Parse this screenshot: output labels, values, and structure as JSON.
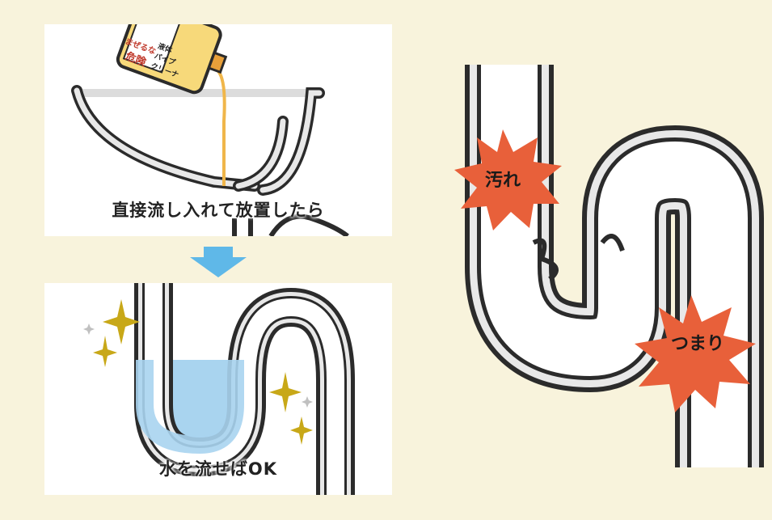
{
  "panels": {
    "top": {
      "caption": "直接流し入れて放置したら"
    },
    "bottom": {
      "caption": "水を流せばOK"
    }
  },
  "bottle": {
    "label_lines": [
      "液体",
      "パイプ",
      "クリーナー"
    ],
    "warning": "まぜるな",
    "danger": "危険"
  },
  "labels": {
    "dirt": "汚れ",
    "clog": "つまり"
  },
  "colors": {
    "background": "#f8f3dc",
    "pipe_fill": "#e8e8e8",
    "pipe_outline": "#2b2b2b",
    "burst": "#e8603a",
    "arrow": "#5fb8e8",
    "water": "#a9d4ef",
    "sparkle": "#c8a818",
    "liquid": "#f0b64a",
    "bottle": "#f7d97a"
  }
}
